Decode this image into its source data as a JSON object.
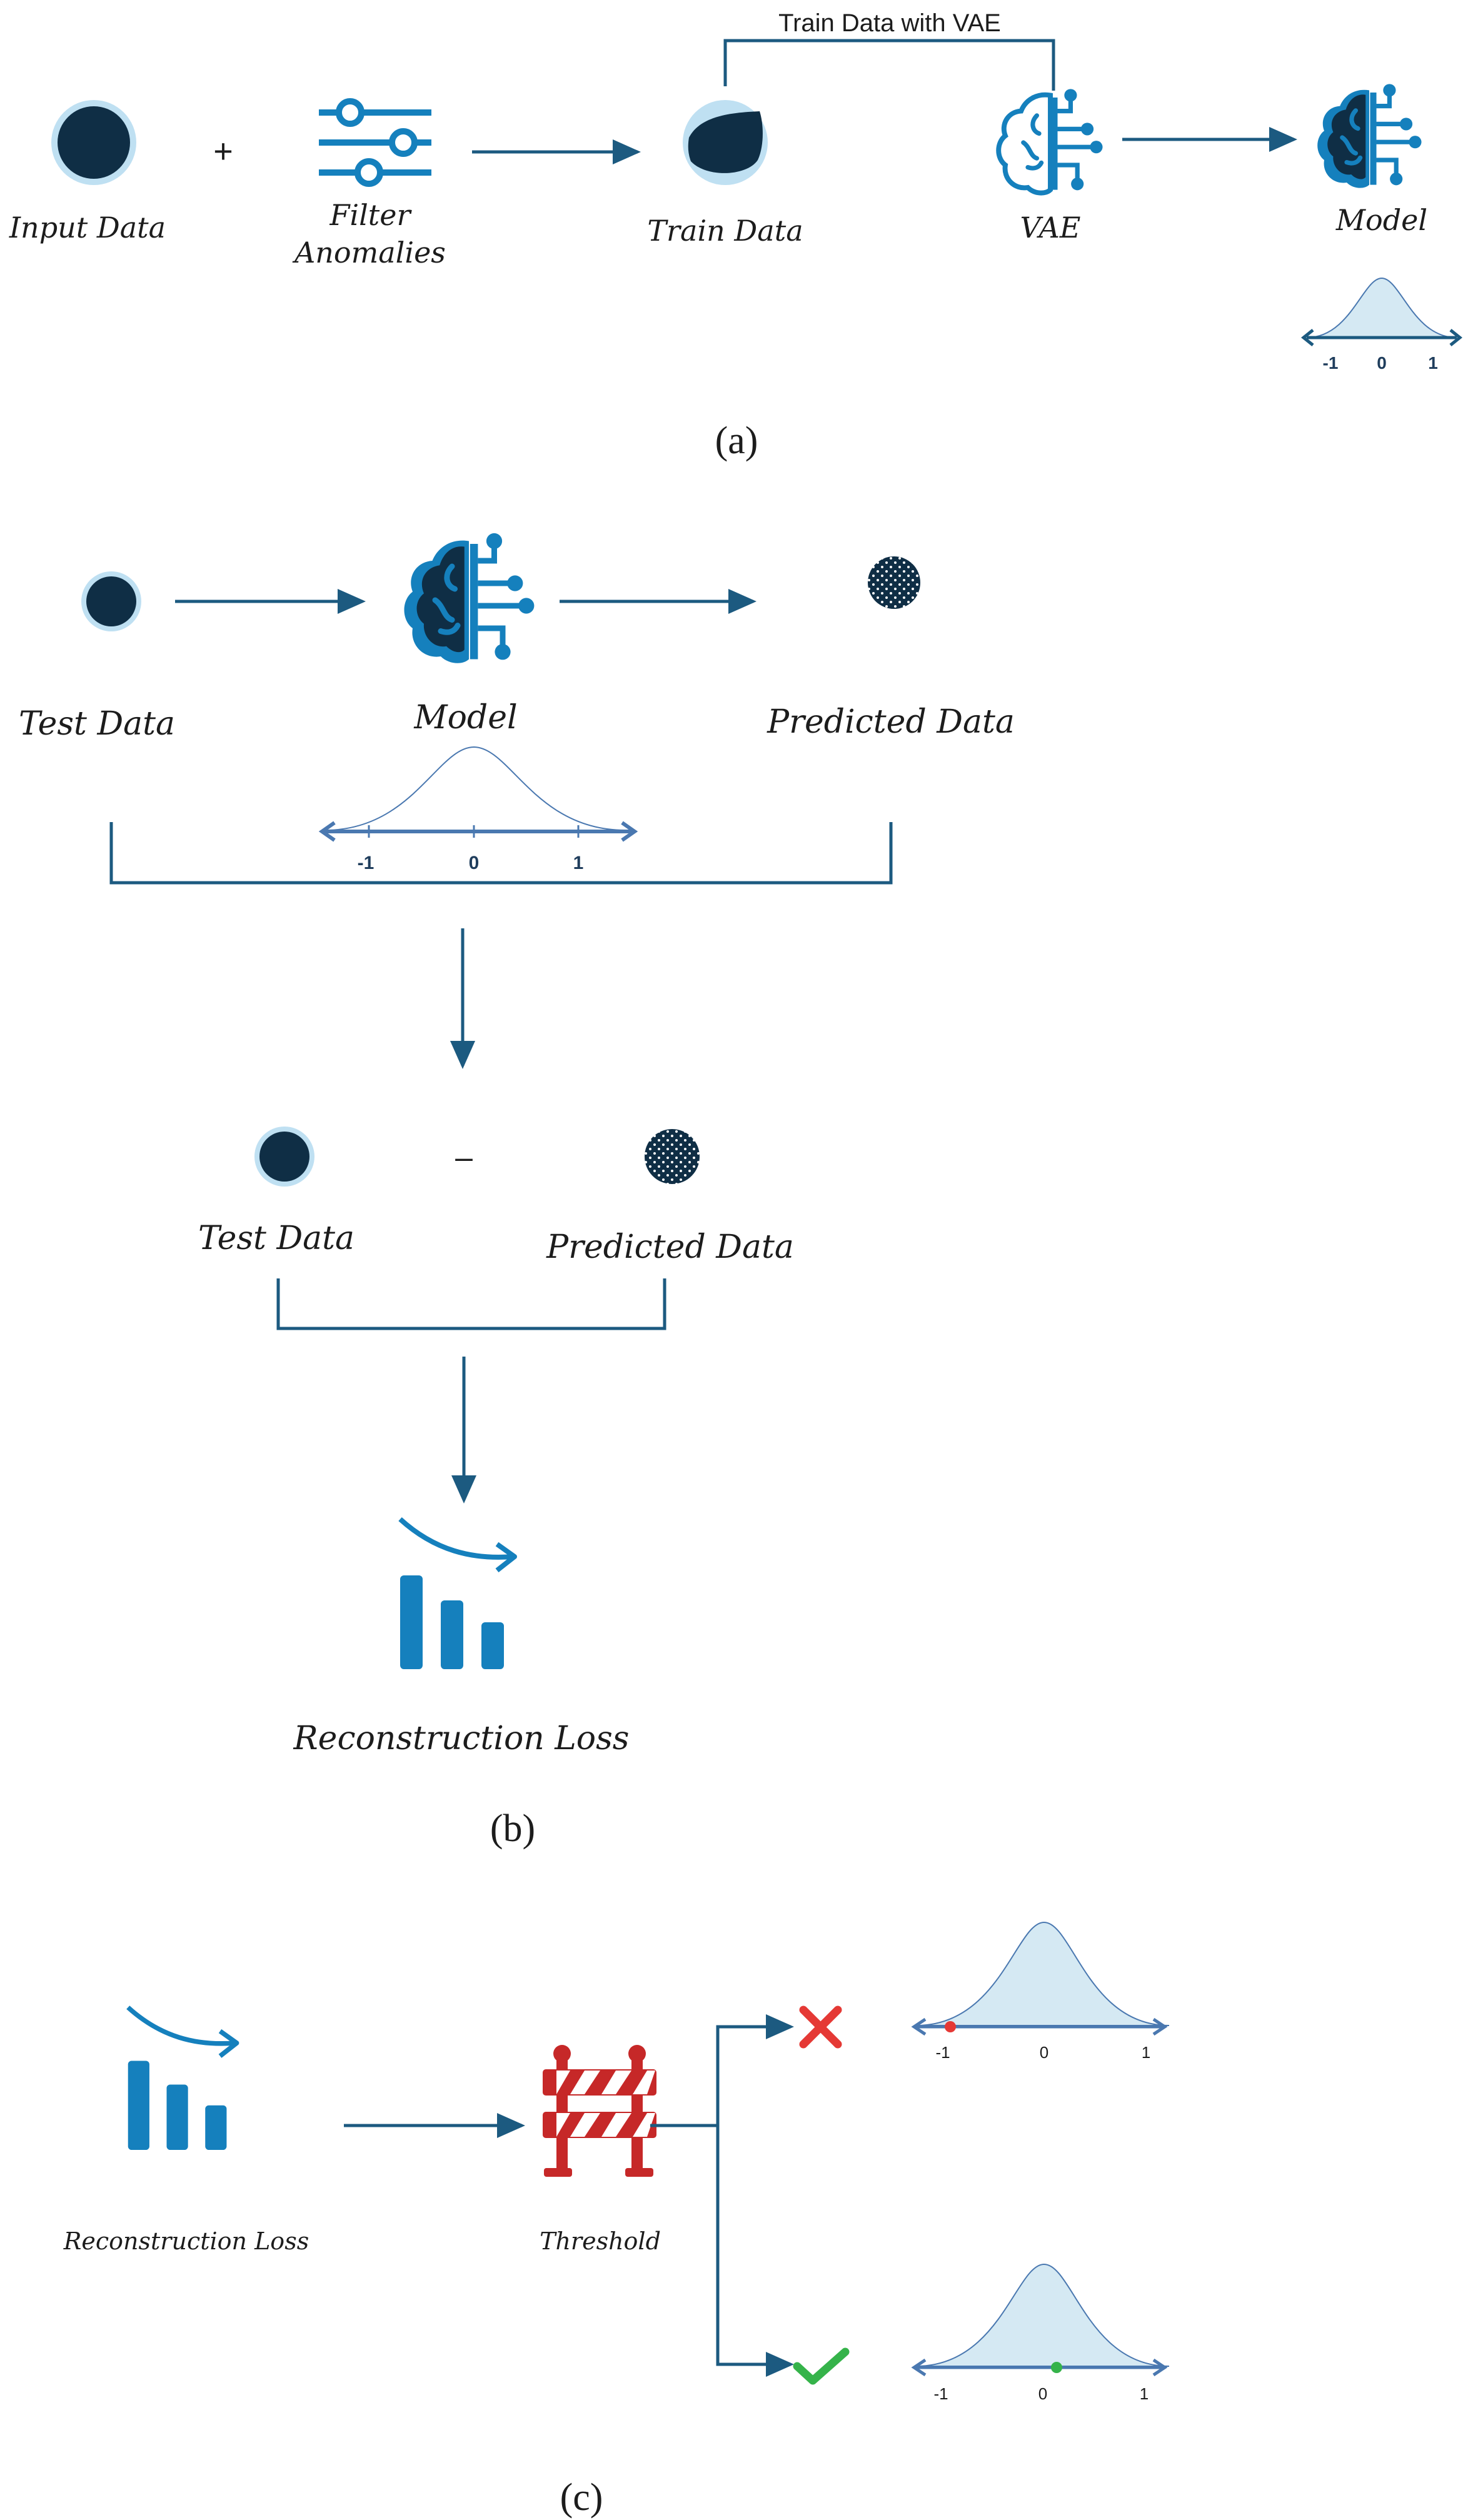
{
  "colors": {
    "dark_navy": "#0f2e45",
    "light_ring": "#bfe0f2",
    "line_blue": "#1c5a80",
    "icon_blue": "#1580bd",
    "curve_fill": "#d5e9f3",
    "axis_blue": "#4a78b0",
    "barrier_red": "#c62828",
    "cross_red": "#e53935",
    "check_green": "#35b34a"
  },
  "panel_a": {
    "caption": "(a)",
    "input_label": "Input Data",
    "plus": "+",
    "filter_label_1": "Filter",
    "filter_label_2": "Anomalies",
    "train_label": "Train Data",
    "bracket_label": "Train Data with VAE",
    "vae_label": "VAE",
    "model_label": "Model",
    "axis_ticks": [
      "-1",
      "0",
      "1"
    ]
  },
  "panel_b": {
    "caption": "(b)",
    "test_label": "Test Data",
    "model_label": "Model",
    "predicted_label": "Predicted Data",
    "axis_ticks": [
      "-1",
      "0",
      "1"
    ],
    "minus": "–",
    "test_label_2": "Test Data",
    "predicted_label_2": "Predicted Data",
    "loss_label": "Reconstruction Loss"
  },
  "panel_c": {
    "caption": "(c)",
    "loss_label": "Reconstruction Loss",
    "threshold_label": "Threshold",
    "top_axis_ticks": [
      "-1",
      "0",
      "1"
    ],
    "bottom_axis_ticks": [
      "-1",
      "0",
      "1"
    ]
  },
  "icons": {
    "brain": "brain-circuit-icon",
    "sliders": "sliders-filter-icon",
    "chart": "decreasing-bar-chart-icon",
    "barrier": "road-barrier-icon",
    "cross": "cross-icon",
    "check": "check-icon"
  }
}
